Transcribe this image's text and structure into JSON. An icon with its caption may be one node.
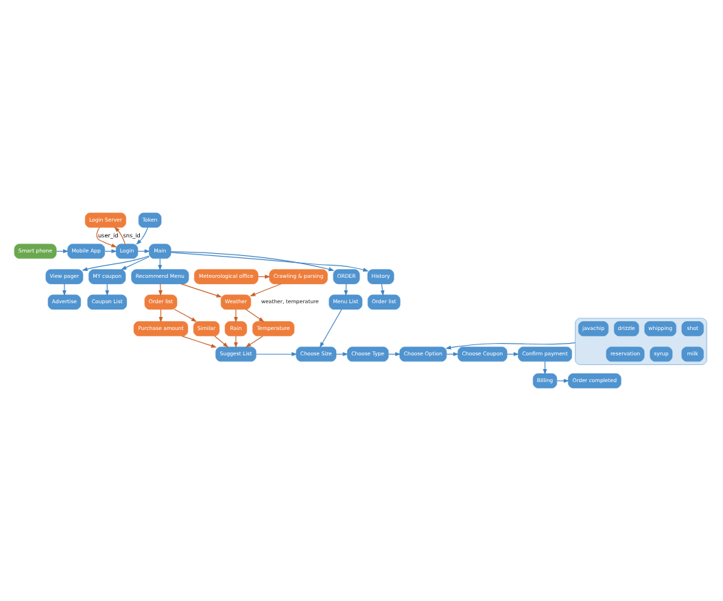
{
  "diagram": {
    "nodes": [
      {
        "text": [
          "Login Server"
        ]
      },
      {
        "text": [
          "Token"
        ]
      },
      {
        "text": [
          "View pager"
        ]
      },
      {
        "text": [
          "Advertise"
        ]
      },
      {
        "text": [
          "Smart phone"
        ]
      },
      {
        "text": [
          "Mobile App"
        ]
      },
      {
        "text": [
          "Login"
        ]
      },
      {
        "text": [
          "Main"
        ]
      },
      {
        "text": [
          "MY coupon"
        ]
      },
      {
        "text": [
          "Coupon List"
        ]
      },
      {
        "text": [
          "Purchase amount"
        ]
      },
      {
        "text": [
          "Order list"
        ]
      },
      {
        "text": [
          "Recommend Menu"
        ]
      },
      {
        "text": [
          "History"
        ]
      },
      {
        "text": [
          "Order list"
        ]
      },
      {
        "text": [
          "Similar"
        ]
      },
      {
        "text": [
          "Weather"
        ]
      },
      {
        "text": [
          "Rain"
        ]
      },
      {
        "text": [
          "Crawling & parsing"
        ],
        "beside": [
          "weather, temperature"
        ]
      },
      {
        "text": [
          "Meteorological office"
        ]
      },
      {
        "text": [
          "ORDER"
        ]
      },
      {
        "text": [
          "Menu List"
        ]
      },
      {
        "text": [
          "Temperature"
        ]
      },
      {
        "text": [
          "Suggest List"
        ]
      },
      {
        "text": [
          "Choose Size"
        ]
      },
      {
        "text": [
          "Choose Type"
        ]
      },
      {
        "text": [
          "Choose Option"
        ]
      },
      {
        "text": [
          "Choose Coupon"
        ]
      },
      {
        "text": [
          "Confirm payment"
        ]
      },
      {
        "text": [],
        "shape": "box"
      },
      {
        "text": [
          "shot"
        ],
        "in": 29
      },
      {
        "text": [
          "whipping"
        ],
        "in": 29
      },
      {
        "text": [
          "drizzle"
        ],
        "in": 29
      },
      {
        "text": [
          "javachip"
        ],
        "in": 29
      },
      {
        "text": [
          "milk"
        ],
        "in": 29
      },
      {
        "text": [
          "syrup"
        ],
        "in": 29
      },
      {
        "text": [
          "reservation"
        ],
        "in": 29
      },
      {
        "text": [
          "Billing"
        ]
      },
      {
        "text": [
          "Order completed"
        ]
      }
    ],
    "edges": [
      {
        "from": 6,
        "to": 0,
        "arrow": "to",
        "label": "sns_id",
        "color": "#c8612a"
      },
      {
        "from": 0,
        "to": 6,
        "arrow": "to",
        "label": "user_id",
        "color": "#c8612a"
      },
      {
        "from": 1,
        "to": 6,
        "arrow": "to"
      },
      {
        "from": 4,
        "to": 5,
        "arrow": "to"
      },
      {
        "from": 5,
        "to": 6,
        "arrow": "to"
      },
      {
        "from": 6,
        "to": 7,
        "arrow": "to"
      },
      {
        "from": 7,
        "to": 2,
        "arrow": "to"
      },
      {
        "from": 7,
        "to": 8,
        "arrow": "to"
      },
      {
        "from": 7,
        "to": 13,
        "arrow": "to"
      },
      {
        "from": 7,
        "to": 20,
        "arrow": "to"
      },
      {
        "from": 2,
        "to": 3,
        "arrow": "to"
      },
      {
        "from": 8,
        "to": 9,
        "arrow": "to"
      },
      {
        "from": 13,
        "to": 14,
        "arrow": "to"
      },
      {
        "from": 20,
        "to": 21,
        "arrow": "to"
      },
      {
        "from": 7,
        "to": 12,
        "arrow": "to"
      },
      {
        "from": 12,
        "to": 11,
        "arrow": "to",
        "color": "#c8612a"
      },
      {
        "from": 12,
        "to": 16,
        "arrow": "to",
        "color": "#c8612a"
      },
      {
        "from": 11,
        "to": 10,
        "arrow": "to",
        "color": "#c8612a"
      },
      {
        "from": 11,
        "to": 15,
        "arrow": "to",
        "color": "#c8612a"
      },
      {
        "from": 16,
        "to": 17,
        "arrow": "to",
        "color": "#c8612a"
      },
      {
        "from": 16,
        "to": 22,
        "arrow": "to",
        "color": "#c8612a"
      },
      {
        "from": 19,
        "to": 18,
        "arrow": "to",
        "color": "#c8612a"
      },
      {
        "from": 18,
        "to": 16,
        "arrow": "to",
        "color": "#c8612a"
      },
      {
        "from": 10,
        "to": 23,
        "arrow": "to",
        "color": "#c8612a"
      },
      {
        "from": 15,
        "to": 23,
        "arrow": "to",
        "color": "#c8612a"
      },
      {
        "from": 17,
        "to": 23,
        "arrow": "to",
        "color": "#c8612a"
      },
      {
        "from": 22,
        "to": 23,
        "arrow": "to",
        "color": "#c8612a"
      },
      {
        "from": 23,
        "to": 24,
        "arrow": "to"
      },
      {
        "from": 21,
        "to": 24,
        "arrow": "to"
      },
      {
        "from": 24,
        "to": 25,
        "arrow": "to"
      },
      {
        "from": 25,
        "to": 26,
        "arrow": "to"
      },
      {
        "from": 26,
        "to": 27,
        "arrow": "to"
      },
      {
        "from": 27,
        "to": 28,
        "arrow": "to"
      },
      {
        "from": 28,
        "to": 37,
        "arrow": "to"
      },
      {
        "from": 37,
        "to": 38,
        "arrow": "to"
      },
      {
        "from": 29,
        "to": 26,
        "arrow": "to"
      }
    ]
  }
}
